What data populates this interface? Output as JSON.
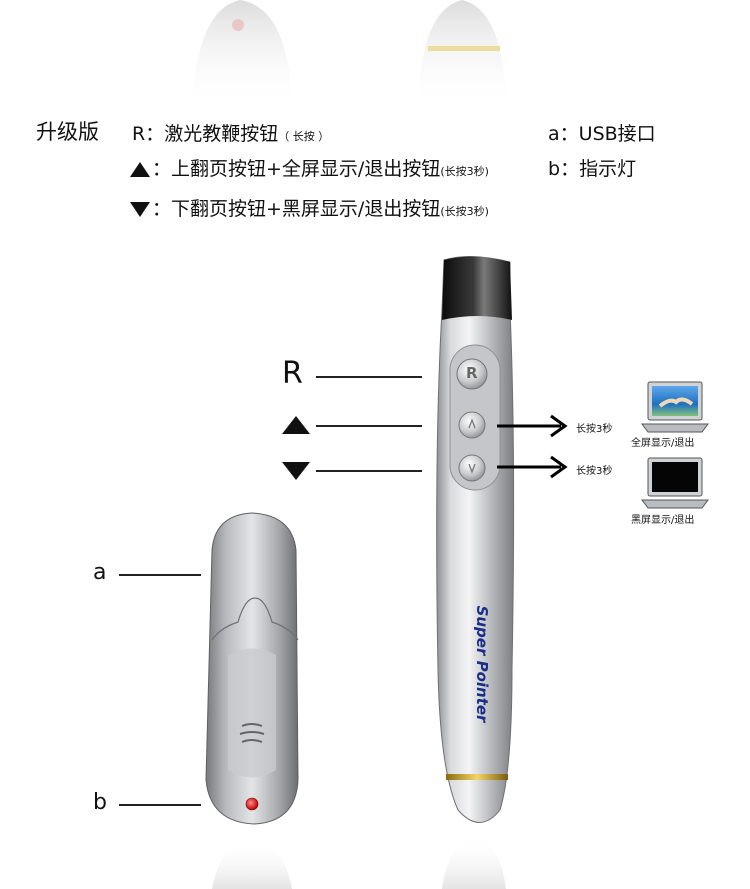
{
  "header": {
    "version_label": "升级版",
    "r_key": "R",
    "r_desc": "：激光教鞭按钮",
    "r_note": "（ 长按 ）",
    "up_desc": "：上翻页按钮+全屏显示/退出按钮",
    "up_note": "(长按3秒)",
    "down_desc": "：下翻页按钮+黑屏显示/退出按钮",
    "down_note": "(长按3秒)",
    "a_key": "a",
    "a_desc": "：USB接口",
    "b_key": "b",
    "b_desc": "：指示灯"
  },
  "diagram": {
    "r_label": "R",
    "a_label": "a",
    "b_label": "b",
    "long_press_1": "长按3秒",
    "long_press_2": "长按3秒",
    "fullscreen_caption": "全屏显示/退出",
    "blackscreen_caption": "黑屏显示/退出",
    "brand": "Super Pointer",
    "button_r_glyph": "R"
  },
  "colors": {
    "gold": "#c9a227",
    "led": "#e01010",
    "body_silver": "#b5b7ba",
    "tip_black": "#1a1a1a"
  }
}
